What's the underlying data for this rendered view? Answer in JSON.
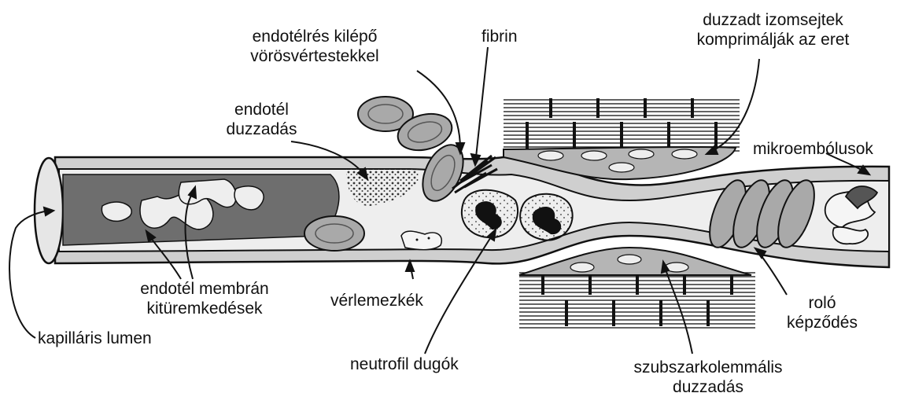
{
  "labels": {
    "endothelial_gap_rbc": {
      "line1": "endotélrés kilépő",
      "line2": "vörösvértestekkel"
    },
    "fibrin": "fibrin",
    "swollen_muscle": {
      "line1": "duzzadt izomsejtek",
      "line2": "komprimálják az eret"
    },
    "endothelial_swelling": {
      "line1": "endotél",
      "line2": "duzzadás"
    },
    "microemboli": "mikroembólusok",
    "membrane_protrusions": {
      "line1": "endotél membrán",
      "line2": "kitüremkedések"
    },
    "capillary_lumen": "kapilláris lumen",
    "platelets": "vérlemezkék",
    "neutrophil_plugs": "neutrofil dugók",
    "rouleaux": {
      "line1": "roló",
      "line2": "képződés"
    },
    "subsarcolemmal_swelling": {
      "line1": "szubszarkolemmális",
      "line2": "duzzadás"
    }
  },
  "colors": {
    "outline": "#111111",
    "vessel_wall": "#c8c8c8",
    "lumen_fill": "#e8e8e8",
    "cell_fill": "#a9a9a9",
    "dark_fill": "#5a5a5a"
  }
}
